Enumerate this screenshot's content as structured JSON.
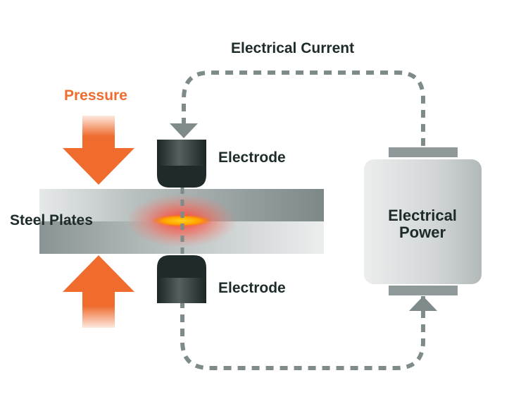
{
  "labels": {
    "electrical_current": "Electrical Current",
    "pressure": "Pressure",
    "electrode_top": "Electrode",
    "electrode_bottom": "Electrode",
    "steel_plates": "Steel Plates",
    "power_line1": "Electrical",
    "power_line2": "Power"
  },
  "colors": {
    "pressure_orange": "#ef6c2e",
    "label_dark": "#1d2b2a",
    "current_path": "#7f8b8b",
    "electrode": "#1f2b2a",
    "weld_glow": "#ff4a3a",
    "weld_core": "#ffb000"
  },
  "icons": [
    "pressure-arrow-down-icon",
    "pressure-arrow-up-icon",
    "current-arrow-icon"
  ]
}
